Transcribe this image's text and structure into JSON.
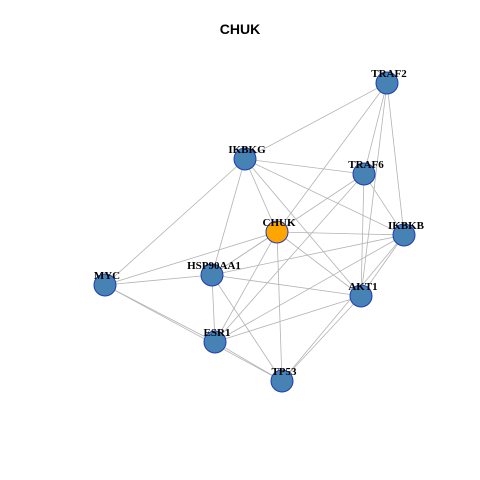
{
  "title": "CHUK",
  "colors": {
    "default_node": "#4682b4",
    "focus_node": "#ffa500",
    "node_border": "#1f3bb3",
    "edge": "#b3b3b3"
  },
  "focus": "CHUK",
  "nodes": [
    {
      "id": "TRAF2"
    },
    {
      "id": "IKBKG"
    },
    {
      "id": "TRAF6"
    },
    {
      "id": "CHUK"
    },
    {
      "id": "IKBKB"
    },
    {
      "id": "MYC"
    },
    {
      "id": "HSP90AA1"
    },
    {
      "id": "AKT1"
    },
    {
      "id": "ESR1"
    },
    {
      "id": "TP53"
    }
  ],
  "edges": [
    [
      "TRAF2",
      "IKBKG"
    ],
    [
      "TRAF2",
      "TRAF6"
    ],
    [
      "TRAF2",
      "IKBKB"
    ],
    [
      "TRAF2",
      "CHUK"
    ],
    [
      "TRAF2",
      "AKT1"
    ],
    [
      "IKBKG",
      "TRAF6"
    ],
    [
      "IKBKG",
      "IKBKB"
    ],
    [
      "IKBKG",
      "CHUK"
    ],
    [
      "IKBKG",
      "MYC"
    ],
    [
      "IKBKG",
      "HSP90AA1"
    ],
    [
      "IKBKG",
      "AKT1"
    ],
    [
      "TRAF6",
      "IKBKB"
    ],
    [
      "TRAF6",
      "AKT1"
    ],
    [
      "TRAF6",
      "HSP90AA1"
    ],
    [
      "TRAF6",
      "ESR1"
    ],
    [
      "CHUK",
      "IKBKB"
    ],
    [
      "CHUK",
      "MYC"
    ],
    [
      "CHUK",
      "HSP90AA1"
    ],
    [
      "CHUK",
      "AKT1"
    ],
    [
      "CHUK",
      "ESR1"
    ],
    [
      "CHUK",
      "TP53"
    ],
    [
      "IKBKB",
      "HSP90AA1"
    ],
    [
      "IKBKB",
      "AKT1"
    ],
    [
      "IKBKB",
      "ESR1"
    ],
    [
      "IKBKB",
      "TP53"
    ],
    [
      "MYC",
      "HSP90AA1"
    ],
    [
      "MYC",
      "ESR1"
    ],
    [
      "MYC",
      "TP53"
    ],
    [
      "HSP90AA1",
      "AKT1"
    ],
    [
      "HSP90AA1",
      "ESR1"
    ],
    [
      "HSP90AA1",
      "TP53"
    ],
    [
      "AKT1",
      "ESR1"
    ],
    [
      "AKT1",
      "TP53"
    ],
    [
      "ESR1",
      "TP53"
    ]
  ]
}
